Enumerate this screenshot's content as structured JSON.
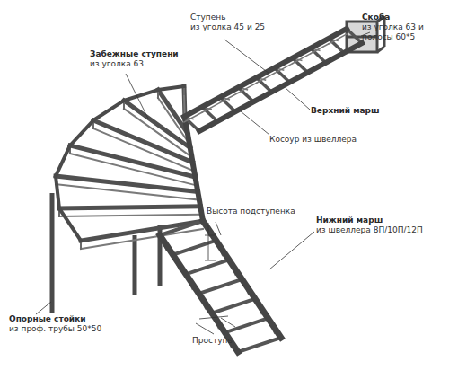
{
  "diagram": {
    "labels": [
      "Ступень",
      "из уголка 45 и 25",
      "Скоба",
      "из уголка 63 и полосы 60*5",
      "Забежные ступени",
      "из уголка 63",
      "Верхний марш",
      "Косоур из швеллера",
      "Высота подступенка",
      "Нижний марш",
      "из швеллера 8П/10П/12П",
      "Опорные стойки",
      "из проф. трубы 50*50",
      "Проступь"
    ]
  }
}
